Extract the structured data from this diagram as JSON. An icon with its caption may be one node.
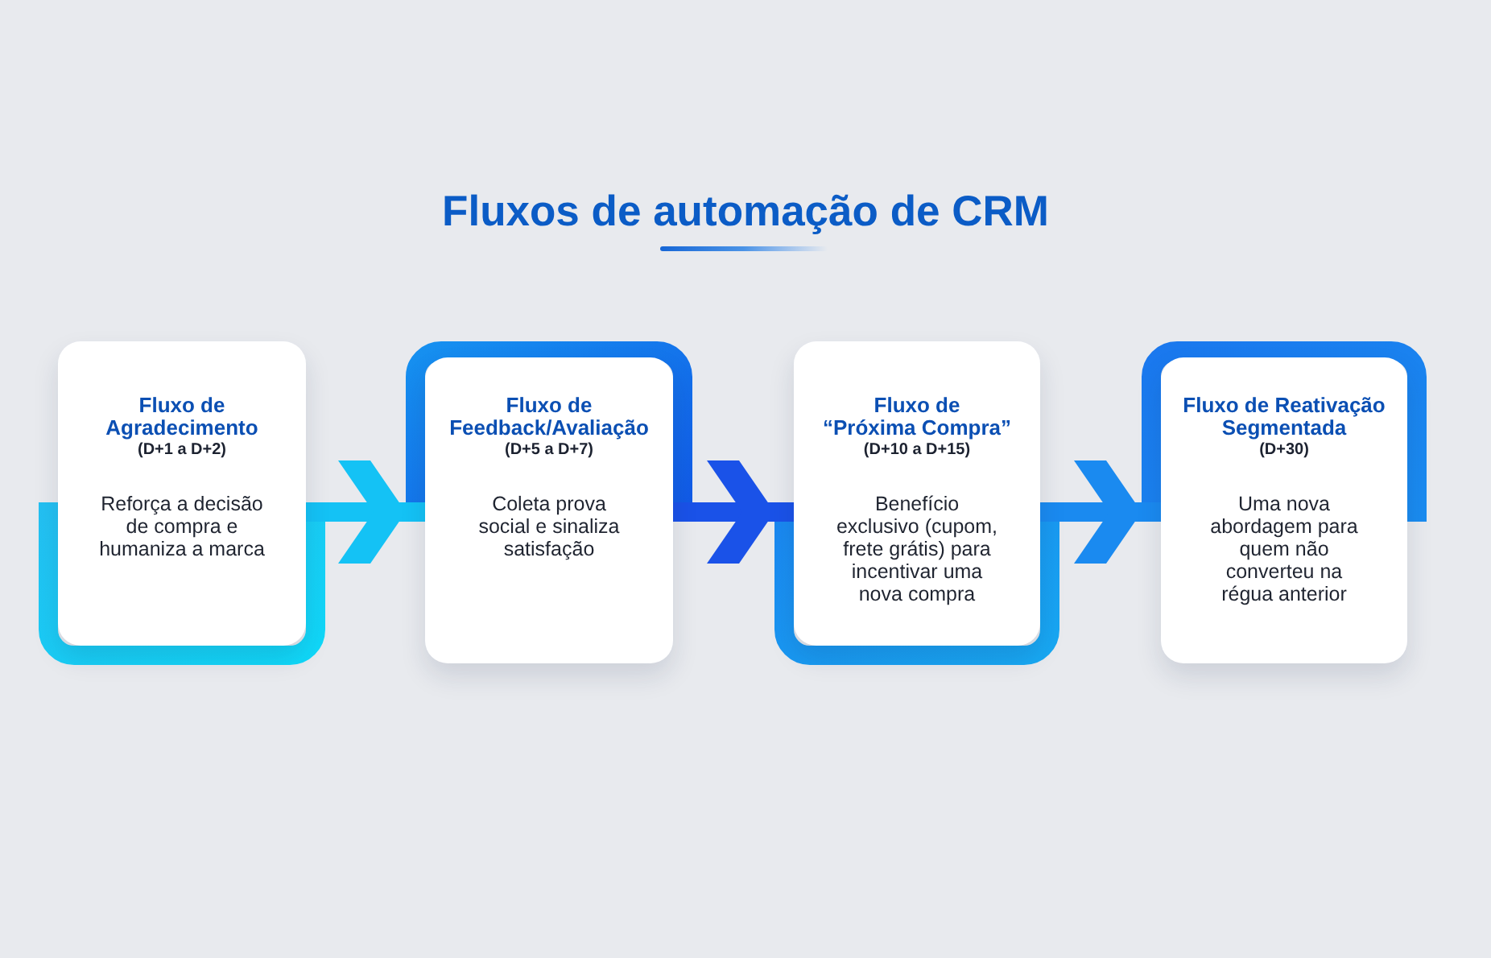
{
  "diagram": {
    "title": "Fluxos de automação de CRM",
    "nodes": [
      {
        "text": [
          "Fluxo de Agradecimento",
          "(D+1 a D+2)",
          "Reforça a decisão de compra e humaniza a marca"
        ]
      },
      {
        "text": [
          "Fluxo de Feedback/Avaliação",
          "(D+5 a D+7)",
          "Coleta prova social e sinaliza satisfação"
        ]
      },
      {
        "text": [
          "Fluxo de “Próxima Compra”",
          "(D+10 a D+15)",
          "Benefício exclusivo (cupom, frete grátis) para incentivar uma nova compra"
        ]
      },
      {
        "text": [
          "Fluxo de Reativação Segmentada",
          "(D+30)",
          "Uma nova abordagem para quem não converteu na régua anterior"
        ]
      }
    ],
    "edges": [
      {
        "from": 0,
        "to": 1,
        "arrow": "to",
        "color": "#14c2f5"
      },
      {
        "from": 1,
        "to": 2,
        "arrow": "to",
        "color": "#1a52e8"
      },
      {
        "from": 2,
        "to": 3,
        "arrow": "to",
        "color": "#1a8af0"
      }
    ]
  }
}
